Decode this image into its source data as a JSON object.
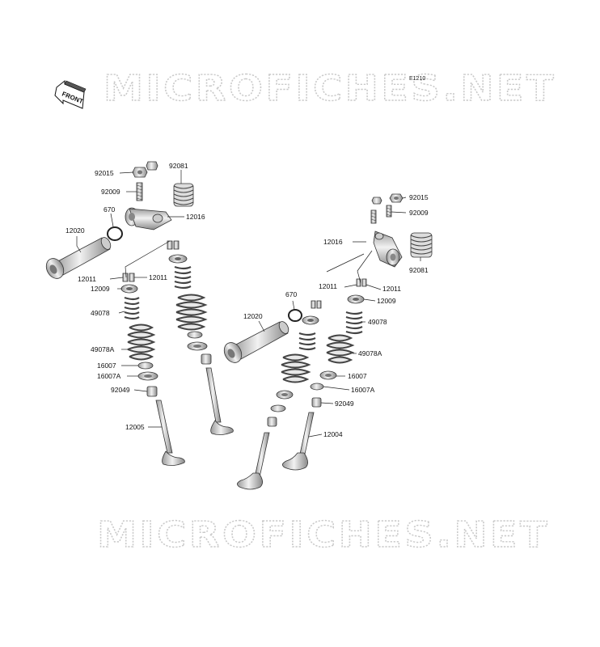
{
  "watermark": {
    "text": "MICROFICHES.NET"
  },
  "diagram": {
    "code": "E1210",
    "front_label": "FRONT",
    "labels": [
      {
        "id": "l1",
        "text": "92015"
      },
      {
        "id": "l2",
        "text": "92081"
      },
      {
        "id": "l3",
        "text": "92009"
      },
      {
        "id": "l4",
        "text": "670"
      },
      {
        "id": "l5",
        "text": "12016"
      },
      {
        "id": "l6",
        "text": "12020"
      },
      {
        "id": "l7",
        "text": "12011"
      },
      {
        "id": "l8",
        "text": "12011"
      },
      {
        "id": "l9",
        "text": "12009"
      },
      {
        "id": "l10",
        "text": "49078"
      },
      {
        "id": "l11",
        "text": "49078A"
      },
      {
        "id": "l12",
        "text": "16007"
      },
      {
        "id": "l13",
        "text": "16007A"
      },
      {
        "id": "l14",
        "text": "92049"
      },
      {
        "id": "l15",
        "text": "12005"
      },
      {
        "id": "r1",
        "text": "92015"
      },
      {
        "id": "r2",
        "text": "92009"
      },
      {
        "id": "r3",
        "text": "12016"
      },
      {
        "id": "r4",
        "text": "92081"
      },
      {
        "id": "r5",
        "text": "12011"
      },
      {
        "id": "r6",
        "text": "12011"
      },
      {
        "id": "r7",
        "text": "670"
      },
      {
        "id": "r8",
        "text": "12009"
      },
      {
        "id": "r9",
        "text": "12020"
      },
      {
        "id": "r10",
        "text": "49078"
      },
      {
        "id": "r11",
        "text": "49078A"
      },
      {
        "id": "r12",
        "text": "16007"
      },
      {
        "id": "r13",
        "text": "16007A"
      },
      {
        "id": "r14",
        "text": "92049"
      },
      {
        "id": "r15",
        "text": "12004"
      }
    ]
  }
}
